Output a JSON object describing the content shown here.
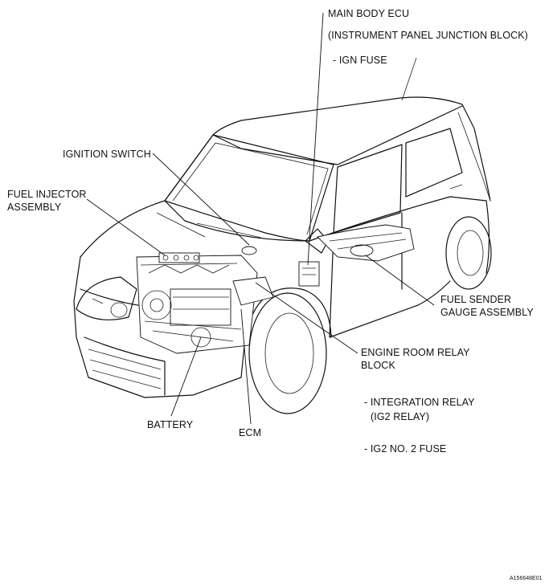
{
  "labels": {
    "main_body_ecu": "MAIN BODY ECU",
    "instrument_panel_jb": "(INSTRUMENT PANEL JUNCTION BLOCK)",
    "ign_fuse": "- IGN FUSE",
    "ignition_switch": "IGNITION SWITCH",
    "fuel_injector_line1": "FUEL INJECTOR",
    "fuel_injector_line2": "ASSEMBLY",
    "fuel_sender_line1": "FUEL SENDER",
    "fuel_sender_line2": "GAUGE ASSEMBLY",
    "engine_room_relay_line1": "ENGINE ROOM RELAY",
    "engine_room_relay_line2": "BLOCK",
    "integration_relay": "- INTEGRATION RELAY",
    "ig2_relay": "(IG2 RELAY)",
    "ig2_no2_fuse": "- IG2 NO. 2 FUSE",
    "battery": "BATTERY",
    "ecm": "ECM"
  },
  "figure_code": "A156648E01"
}
